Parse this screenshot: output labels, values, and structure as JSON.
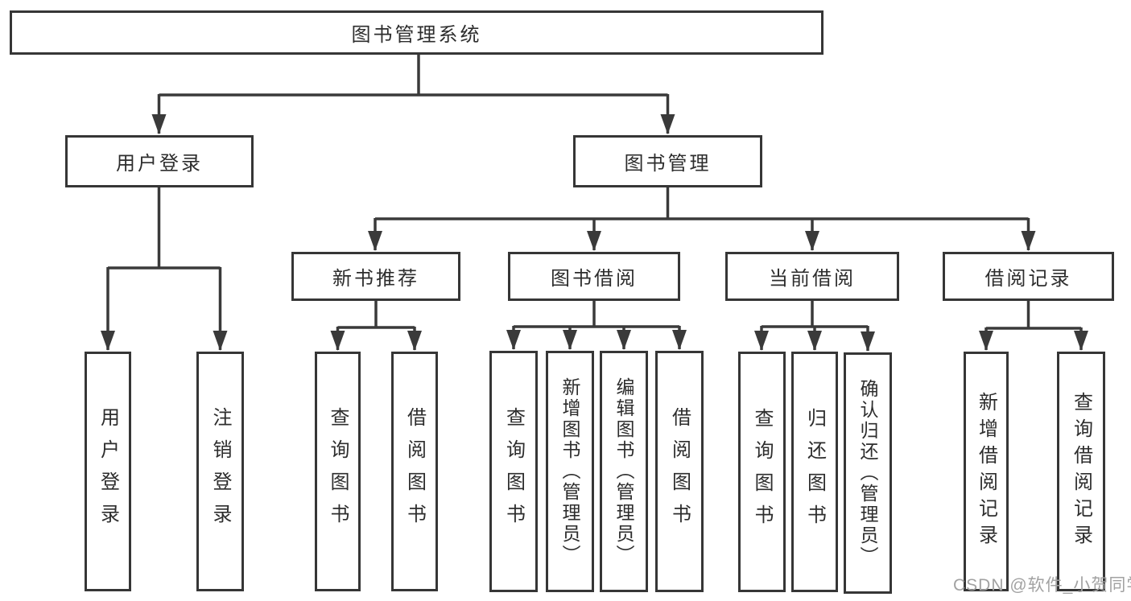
{
  "colors": {
    "line": "#3a3a3a",
    "box_border": "#363636",
    "text": "#2d2d2d",
    "watermark": "#a2a2a2",
    "background": "#ffffff"
  },
  "watermark": {
    "text": "CSDN @软件_小贺同学"
  },
  "tree": {
    "label": "图书管理系统",
    "children": [
      {
        "label": "用户登录",
        "children": [
          {
            "label": "用户登录"
          },
          {
            "label": "注销登录"
          }
        ]
      },
      {
        "label": "图书管理",
        "children": [
          {
            "label": "新书推荐",
            "children": [
              {
                "label": "查询图书"
              },
              {
                "label": "借阅图书"
              }
            ]
          },
          {
            "label": "图书借阅",
            "children": [
              {
                "label": "查询图书"
              },
              {
                "label": "新增图书（管理员）"
              },
              {
                "label": "编辑图书（管理员）"
              },
              {
                "label": "借阅图书"
              }
            ]
          },
          {
            "label": "当前借阅",
            "children": [
              {
                "label": "查询图书"
              },
              {
                "label": "归还图书"
              },
              {
                "label": "确认归还（管理员）"
              }
            ]
          },
          {
            "label": "借阅记录",
            "children": [
              {
                "label": "新增借阅记录"
              },
              {
                "label": "查询借阅记录"
              }
            ]
          }
        ]
      }
    ]
  }
}
